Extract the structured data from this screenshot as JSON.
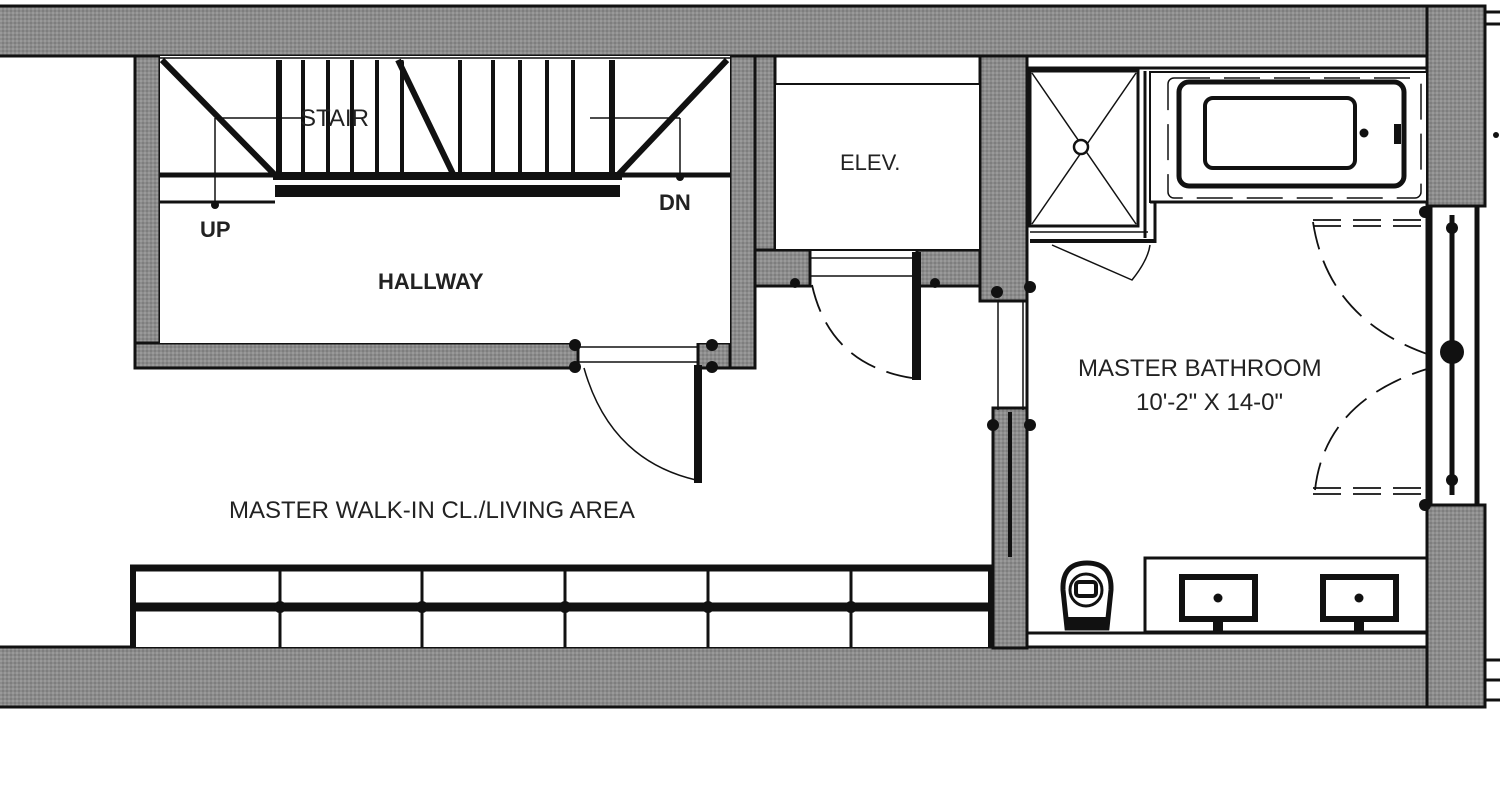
{
  "plan": {
    "rooms": [
      {
        "id": "stair",
        "label": "STAIR"
      },
      {
        "id": "hallway",
        "label": "HALLWAY"
      },
      {
        "id": "elevator",
        "label": "ELEV."
      },
      {
        "id": "master_bathroom",
        "label": "MASTER BATHROOM",
        "dimensions": "10'-2\" X 14-0\""
      },
      {
        "id": "walk_in",
        "label": "MASTER WALK-IN CL./LIVING AREA"
      }
    ],
    "stair_annotations": {
      "up": "UP",
      "down": "DN"
    },
    "fixtures": [
      "shower-stall",
      "bathtub",
      "toilet",
      "double-vanity-sink",
      "closet-shelving",
      "window"
    ],
    "colors": {
      "wall_fill": "#8a8a8a",
      "line": "#111111",
      "background": "#ffffff"
    }
  }
}
